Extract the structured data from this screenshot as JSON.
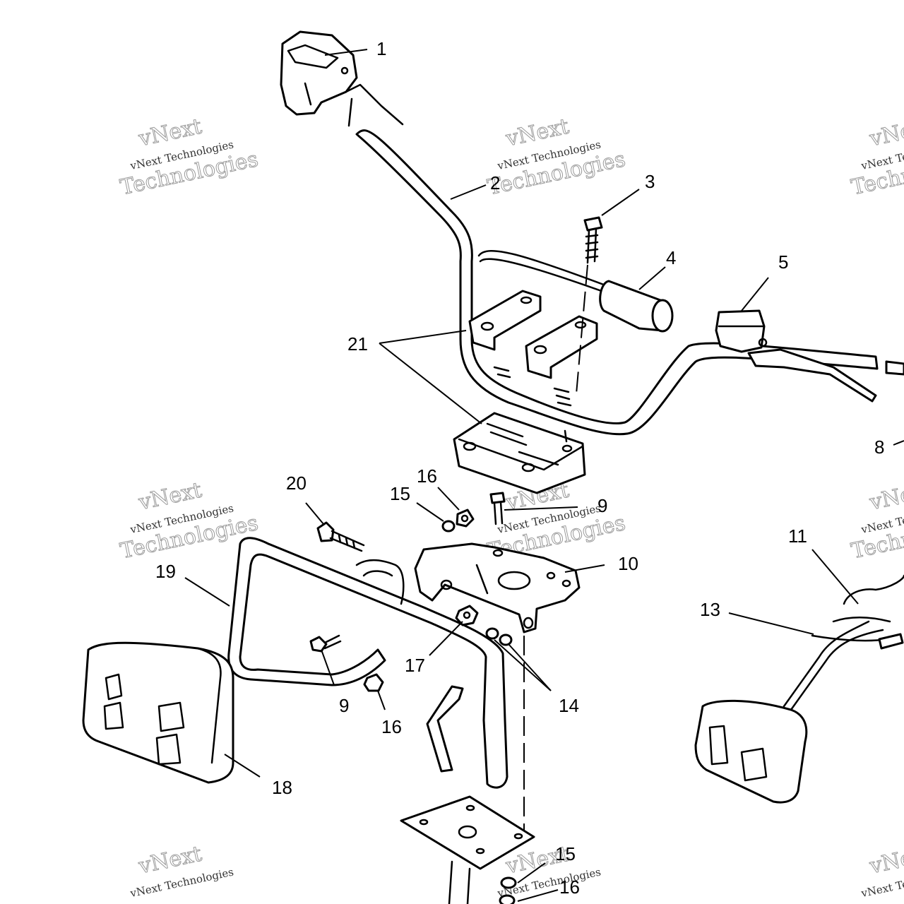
{
  "watermark": {
    "line1": "vNext",
    "line2": "vNext Technologies",
    "line3": "Technologies"
  },
  "callouts": [
    "1",
    "2",
    "3",
    "4",
    "5",
    "8",
    "21",
    "9",
    "20",
    "16",
    "15",
    "10",
    "19",
    "11",
    "13",
    "17",
    "14",
    "9",
    "16",
    "18",
    "15",
    "16"
  ]
}
